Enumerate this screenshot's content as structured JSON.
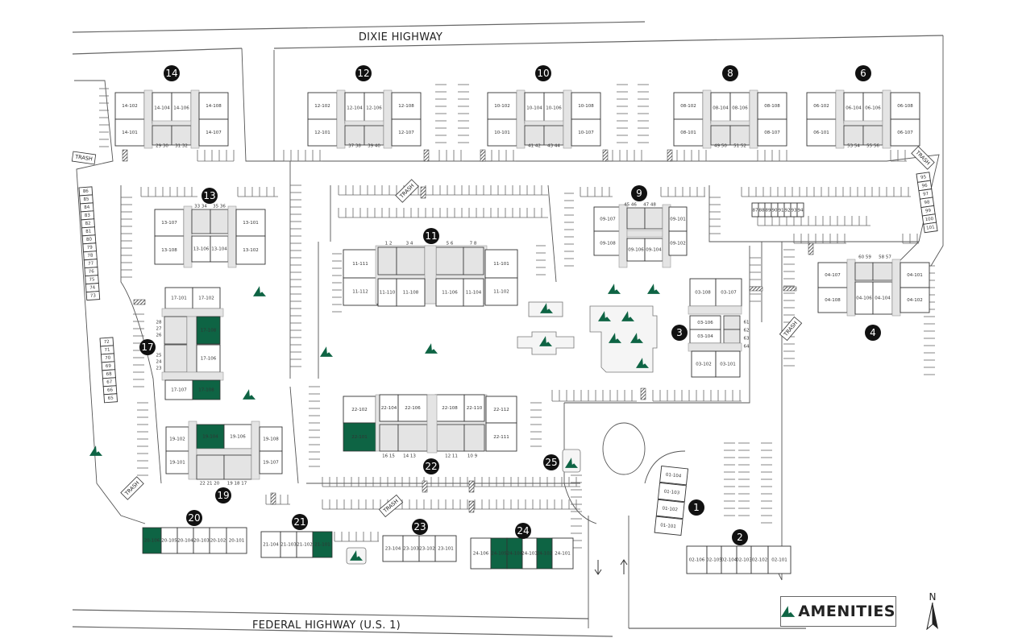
{
  "roads": {
    "north": "DIXIE HIGHWAY",
    "south": "FEDERAL HIGHWAY (U.S. 1)"
  },
  "colors": {
    "accent": "#0e6444",
    "garage": "#e4e4e4",
    "label_badge": "#111111"
  },
  "legend": {
    "icon": "amenity-tree-icon",
    "label": "AMENITIES"
  },
  "compass": {
    "label": "N",
    "icon": "north-arrow-icon"
  },
  "trash_label": "TRASH",
  "buildings": {
    "b14": {
      "num": "14",
      "units": [
        "14-102",
        "14-104",
        "14-106",
        "14-108",
        "14-101",
        "14-107"
      ],
      "garages": [
        "29 30",
        "31 32"
      ]
    },
    "b12": {
      "num": "12",
      "units": [
        "12-102",
        "12-104",
        "12-106",
        "12-108",
        "12-101",
        "12-107"
      ],
      "garages": [
        "37 38",
        "39 40"
      ]
    },
    "b10": {
      "num": "10",
      "units": [
        "10-102",
        "10-104",
        "10-106",
        "10-108",
        "10-101",
        "10-107"
      ],
      "garages": [
        "41 42",
        "43 44"
      ]
    },
    "b8": {
      "num": "8",
      "units": [
        "08-102",
        "08-104",
        "08-106",
        "08-108",
        "08-101",
        "08-107"
      ],
      "garages": [
        "49 50",
        "51 52"
      ]
    },
    "b6": {
      "num": "6",
      "units": [
        "06-102",
        "06-104",
        "06-106",
        "06-108",
        "06-101",
        "06-107"
      ],
      "garages": [
        "53 54",
        "55 56"
      ]
    },
    "b13": {
      "num": "13",
      "units": [
        "13-107",
        "13-101",
        "13-108",
        "13-106",
        "13-104",
        "13-102"
      ],
      "garages": [
        "33 34",
        "35 36"
      ]
    },
    "b11": {
      "num": "11",
      "units": [
        "11-111",
        "11-101",
        "11-112",
        "11-110",
        "11-108",
        "11-106",
        "11-104",
        "11-102"
      ],
      "garages": [
        "1 2",
        "3 4",
        "5 6",
        "7 8"
      ]
    },
    "b9": {
      "num": "9",
      "units": [
        "09-107",
        "09-101",
        "09-108",
        "09-106",
        "09-104",
        "09-102"
      ],
      "garages": [
        "45 46",
        "47 48"
      ]
    },
    "b4": {
      "num": "4",
      "units": [
        "04-107",
        "04-101",
        "04-108",
        "04-106",
        "04-104",
        "04-102"
      ],
      "garages": [
        "60 59",
        "58 57"
      ]
    },
    "b3": {
      "num": "3",
      "units": [
        "03-108",
        "03-107",
        "03-106",
        "03-104",
        "03-102",
        "03-101"
      ],
      "garages": [
        "61",
        "62",
        "63",
        "64"
      ]
    },
    "b17": {
      "num": "17",
      "units": [
        "17-101",
        "17-102",
        "17-108",
        "17-106",
        "17-107",
        "17-108"
      ],
      "garages": [
        "28",
        "27",
        "26",
        "25",
        "24",
        "23"
      ],
      "selected": [
        "17-108"
      ]
    },
    "b19": {
      "num": "19",
      "units": [
        "19-102",
        "19-104",
        "19-106",
        "19-108",
        "19-101",
        "19-107"
      ],
      "garages": [
        "22 21 20",
        "19 18 17"
      ],
      "selected": [
        "19-104"
      ]
    },
    "b22": {
      "num": "22",
      "units": [
        "22-102",
        "22-104",
        "22-106",
        "22-108",
        "22-110",
        "22-112",
        "22-101",
        "22-111"
      ],
      "garages": [
        "16 15",
        "14 13",
        "12 11",
        "10 9"
      ],
      "selected": [
        "22-101"
      ]
    },
    "b25": {
      "num": "25"
    },
    "b1": {
      "num": "1",
      "units": [
        "01-104",
        "01-103",
        "01-102",
        "01-101"
      ]
    },
    "b2": {
      "num": "2",
      "units": [
        "02-106",
        "02-105",
        "02-104",
        "02-103",
        "02-102",
        "02-101"
      ]
    },
    "b20": {
      "num": "20",
      "units": [
        "20-106",
        "20-105",
        "20-104",
        "20-103",
        "20-102",
        "20-101"
      ],
      "selected": [
        "20-106"
      ]
    },
    "b21": {
      "num": "21",
      "units": [
        "21-104",
        "21-103",
        "21-102",
        "21-101"
      ],
      "selected": [
        "21-101"
      ]
    },
    "b23": {
      "num": "23",
      "units": [
        "23-104",
        "23-103",
        "23-102",
        "23-101"
      ]
    },
    "b24": {
      "num": "24",
      "units": [
        "24-106",
        "24-105",
        "24-104",
        "24-103",
        "24-102",
        "24-101"
      ],
      "selected": [
        "24-105",
        "24-104",
        "24-102"
      ]
    }
  },
  "garage_rows": {
    "west_upper": [
      "86",
      "85",
      "84",
      "83",
      "82",
      "81",
      "80",
      "79",
      "78",
      "77",
      "76",
      "75",
      "74",
      "73"
    ],
    "west_lower": [
      "72",
      "71",
      "70",
      "69",
      "68",
      "67",
      "66",
      "65"
    ],
    "center_east": [
      "87",
      "88",
      "89",
      "90",
      "91",
      "92",
      "93",
      "94"
    ],
    "east": [
      "95",
      "96",
      "97",
      "98",
      "99",
      "100",
      "101"
    ]
  }
}
